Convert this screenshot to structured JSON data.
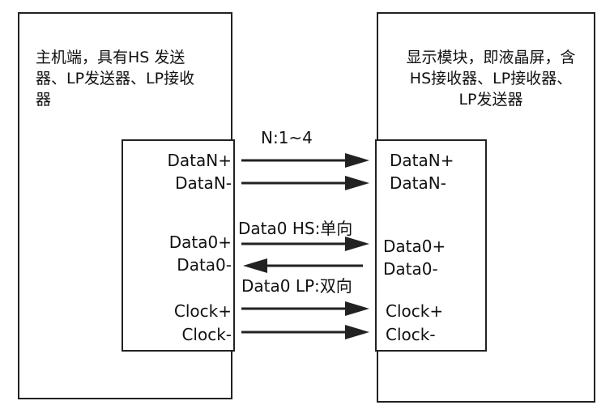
{
  "host": {
    "description": "主机端，具有HS 发送器、LP发送器、LP接收器",
    "pins": [
      "DataN+",
      "DataN-",
      "Data0+",
      "Data0-",
      "Clock+",
      "Clock-"
    ]
  },
  "display": {
    "description": "显示模块，即液晶屏，含HS接收器、LP接收器、LP发送器",
    "pins": [
      "DataN+",
      "DataN-",
      "Data0+",
      "Data0-",
      "Clock+",
      "Clock-"
    ]
  },
  "annotations": {
    "lane_count": "N:1~4",
    "data0_hs": "Data0 HS:单向",
    "data0_lp": "Data0 LP:双向"
  },
  "colors": {
    "line": "#222222",
    "text": "#111111"
  }
}
